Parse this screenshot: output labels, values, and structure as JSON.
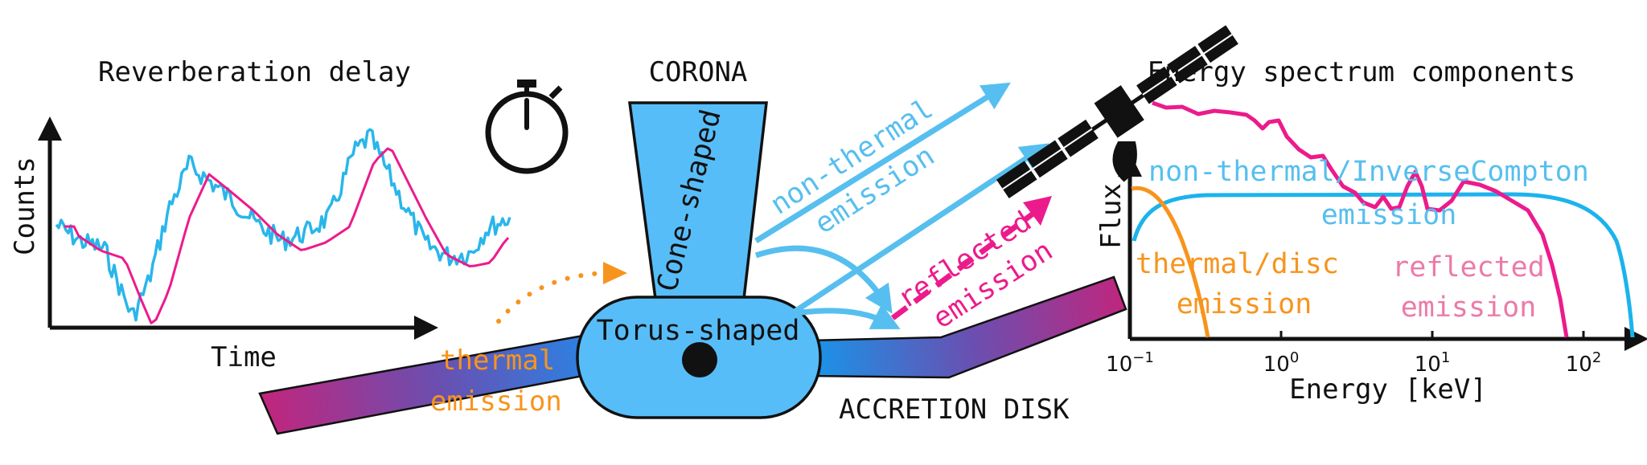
{
  "colors": {
    "blue": "#56bfef",
    "blue_fill": "#57bdf8",
    "orange": "#f7941d",
    "pink": "#ec1b8c",
    "purple": "#6a4fb0",
    "magenta_disk": "#c0267e",
    "outline": "#111111"
  },
  "icons": {
    "stopwatch": "stopwatch-icon",
    "satellite": "satellite-icon",
    "black_hole": "black-hole-icon"
  },
  "lightcurve": {
    "title": "Reverberation delay",
    "xlabel": "Time",
    "ylabel": "Counts"
  },
  "diagram": {
    "corona_label": "CORONA",
    "cone_label": "Cone-shaped",
    "torus_label": "Torus-shaped",
    "disk_label": "ACCRETION DISK",
    "thermal_label_1": "thermal",
    "thermal_label_2": "emission",
    "nonthermal_label_1": "non-thermal",
    "nonthermal_label_2": "emission",
    "reflected_label_1": "reflected",
    "reflected_label_2": "emission"
  },
  "spectrum": {
    "title": "Energy spectrum components",
    "ylabel": "Flux",
    "xlabel": "Energy [keV]",
    "ticks": [
      {
        "base": "10",
        "exp": "−1"
      },
      {
        "base": "10",
        "exp": "0"
      },
      {
        "base": "10",
        "exp": "1"
      },
      {
        "base": "10",
        "exp": "2"
      }
    ],
    "nonthermal_label_1": "non-thermal/InverseCompton",
    "nonthermal_label_2": "emission",
    "thermal_label_1": "thermal/disc",
    "thermal_label_2": "emission",
    "reflected_label_1": "reflected",
    "reflected_label_2": "emission"
  }
}
